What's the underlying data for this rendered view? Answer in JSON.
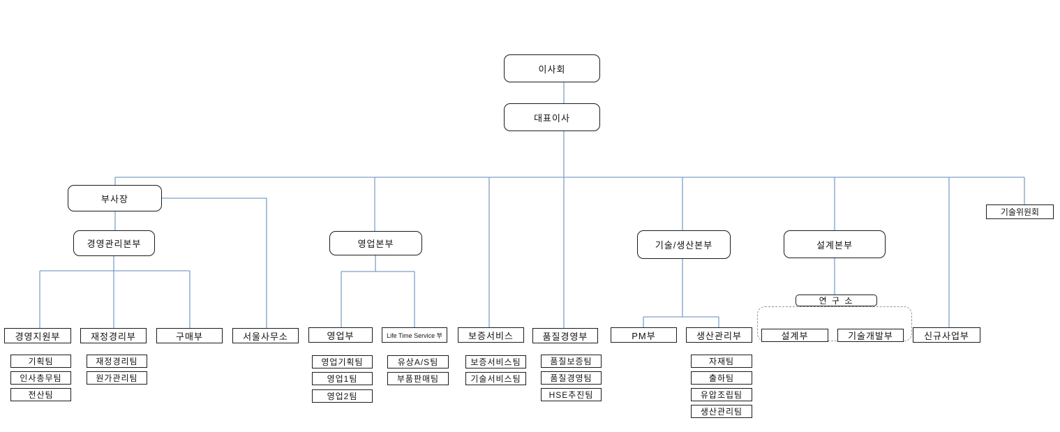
{
  "diagram_type": "organization-chart",
  "colors": {
    "connector": "#7da0c6",
    "box_border": "#1a1a1a",
    "dashed_outline": "#8b97a6",
    "background": "#ffffff"
  },
  "nodes": {
    "board": "이사회",
    "ceo": "대표이사",
    "vp": "부사장",
    "mgmt_hq": "경영관리본부",
    "sales_hq": "영업본부",
    "tech_prod_hq": "기술/생산본부",
    "design_hq": "설계본부",
    "research_lab": "연 구 소",
    "tech_committee": "기술위원회",
    "mgmt_support_dept": "경영지원부",
    "finance_dept": "재정경리부",
    "purchasing_dept": "구매부",
    "seoul_office": "서울사무소",
    "sales_dept": "영업부",
    "lts_dept": "Life Time Service 부",
    "warranty_service_dept": "보증서비스",
    "quality_mgmt_dept": "품질경영부",
    "pm_dept": "PM부",
    "production_mgmt_dept": "생산관리부",
    "design_dept": "설계부",
    "tech_dev_dept": "기술개발부",
    "new_business_dept": "신규사업부"
  },
  "teams": {
    "mgmt_support": [
      "기획팀",
      "인사총무팀",
      "전산팀"
    ],
    "finance": [
      "재정경리팀",
      "원가관리팀"
    ],
    "sales": [
      "영업기획팀",
      "영업1팀",
      "영업2팀"
    ],
    "lts": [
      "유상A/S팀",
      "부품판매팀"
    ],
    "warranty": [
      "보증서비스팀",
      "기술서비스팀"
    ],
    "quality": [
      "품질보증팀",
      "품질경영팀",
      "HSE추진팀"
    ],
    "production": [
      "자재팀",
      "출하팀",
      "유압조립팀",
      "생산관리팀"
    ]
  }
}
